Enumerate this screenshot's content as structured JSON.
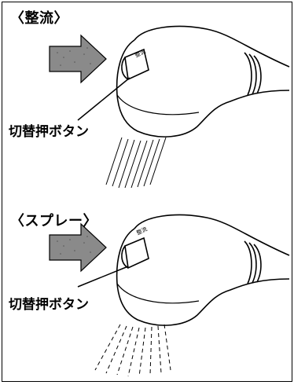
{
  "panels": [
    {
      "mode_label": "〈整流〉",
      "callout": "切替押ボタン",
      "spray": "straight"
    },
    {
      "mode_label": "〈スプレー〉",
      "callout": "切替押ボタン",
      "spray": "dotted"
    }
  ],
  "colors": {
    "line": "#000000",
    "arrow_fill": "#8a8a8a",
    "background": "#ffffff"
  },
  "icons": [
    "arrow-icon",
    "shower-head-icon",
    "water-stream-icon"
  ]
}
